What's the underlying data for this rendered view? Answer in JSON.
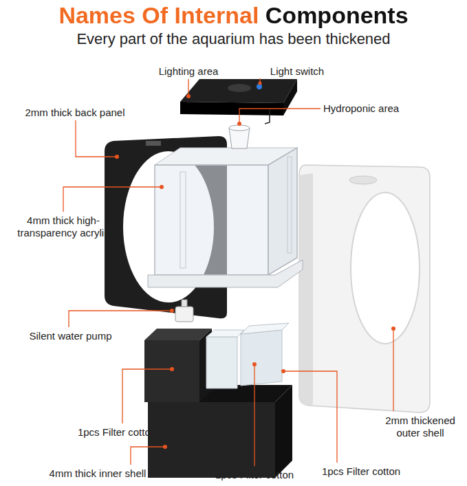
{
  "diagram": {
    "title": "Names Of Internal Components",
    "labels": [
      "Every part of the aquarium has been thickened",
      "Lighting area",
      "Light switch",
      "Hydroponic area",
      "2mm thick back panel",
      "4mm thick high-transparency acrylic",
      "Silent water pump",
      "1pcs Filter cotton",
      "4mm thick inner shell",
      "1pcs Filter cotton",
      "1pcs Filter cotton",
      "2mm thickened outer shell"
    ]
  }
}
